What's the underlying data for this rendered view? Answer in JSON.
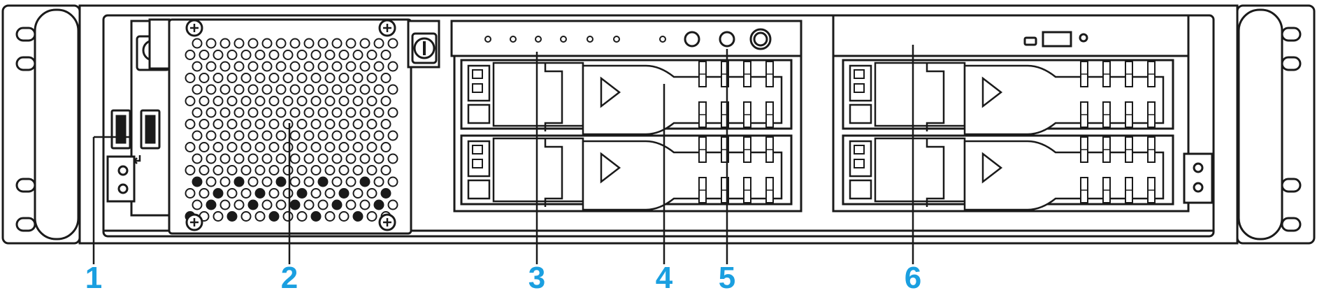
{
  "colors": {
    "outline": "#1a1a1a",
    "panel": "#ffffff",
    "callout": "#1a9fe0"
  },
  "callouts": [
    {
      "id": "c1",
      "label": "1"
    },
    {
      "id": "c2",
      "label": "2"
    },
    {
      "id": "c3",
      "label": "3"
    },
    {
      "id": "c4",
      "label": "4"
    },
    {
      "id": "c5",
      "label": "5"
    },
    {
      "id": "c6",
      "label": "6"
    }
  ],
  "icons": {
    "usb": "usb-port-icon",
    "fan": "fan-grille-icon",
    "led": "status-led-icon",
    "drive": "drive-bay-icon",
    "optical": "optical-drive-icon"
  }
}
